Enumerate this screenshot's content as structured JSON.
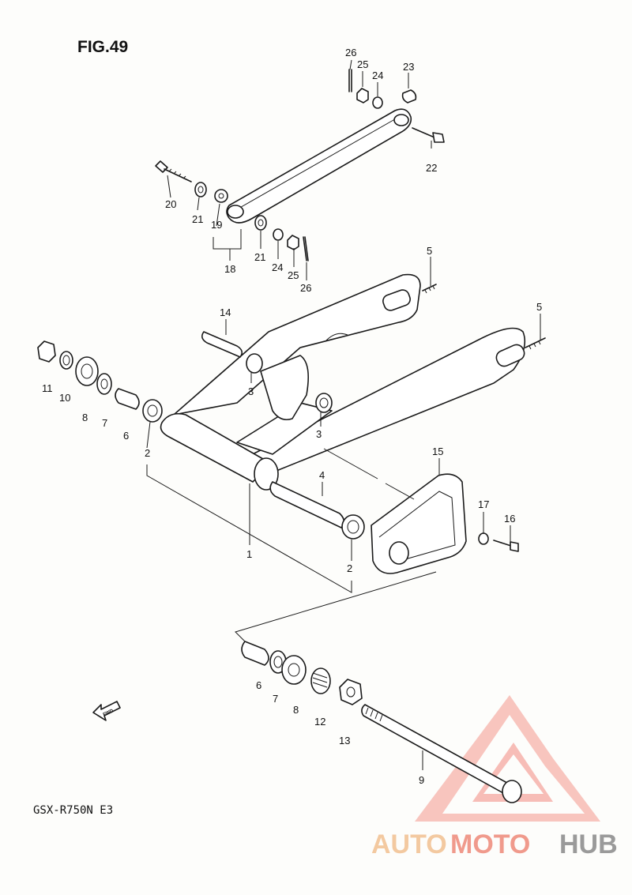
{
  "figure": {
    "title": "FIG.49",
    "model_code": "GSX-R750N E3",
    "fwd_label": "FWD"
  },
  "watermark": {
    "text_a": "AUTO",
    "text_b": "MOTO",
    "text_c": "HUB",
    "color_a": "#f3c9a0",
    "color_b": "#f09a8c",
    "color_c": "#9a9a9a"
  },
  "parts": [
    {
      "id": "p26a",
      "number": "26"
    },
    {
      "id": "p25a",
      "number": "25"
    },
    {
      "id": "p24a",
      "number": "24"
    },
    {
      "id": "p23",
      "number": "23"
    },
    {
      "id": "p22",
      "number": "22"
    },
    {
      "id": "p20",
      "number": "20"
    },
    {
      "id": "p21a",
      "number": "21"
    },
    {
      "id": "p19",
      "number": "19"
    },
    {
      "id": "p21b",
      "number": "21"
    },
    {
      "id": "p24b",
      "number": "24"
    },
    {
      "id": "p25b",
      "number": "25"
    },
    {
      "id": "p26b",
      "number": "26"
    },
    {
      "id": "p18",
      "number": "18"
    },
    {
      "id": "p5a",
      "number": "5"
    },
    {
      "id": "p5b",
      "number": "5"
    },
    {
      "id": "p14",
      "number": "14"
    },
    {
      "id": "p3a",
      "number": "3"
    },
    {
      "id": "p3b",
      "number": "3"
    },
    {
      "id": "p11",
      "number": "11"
    },
    {
      "id": "p10",
      "number": "10"
    },
    {
      "id": "p8a",
      "number": "8"
    },
    {
      "id": "p7a",
      "number": "7"
    },
    {
      "id": "p6a",
      "number": "6"
    },
    {
      "id": "p2a",
      "number": "2"
    },
    {
      "id": "p4",
      "number": "4"
    },
    {
      "id": "p1",
      "number": "1"
    },
    {
      "id": "p2b",
      "number": "2"
    },
    {
      "id": "p15",
      "number": "15"
    },
    {
      "id": "p17",
      "number": "17"
    },
    {
      "id": "p16",
      "number": "16"
    },
    {
      "id": "p6b",
      "number": "6"
    },
    {
      "id": "p7b",
      "number": "7"
    },
    {
      "id": "p8b",
      "number": "8"
    },
    {
      "id": "p12",
      "number": "12"
    },
    {
      "id": "p13",
      "number": "13"
    },
    {
      "id": "p9",
      "number": "9"
    }
  ]
}
